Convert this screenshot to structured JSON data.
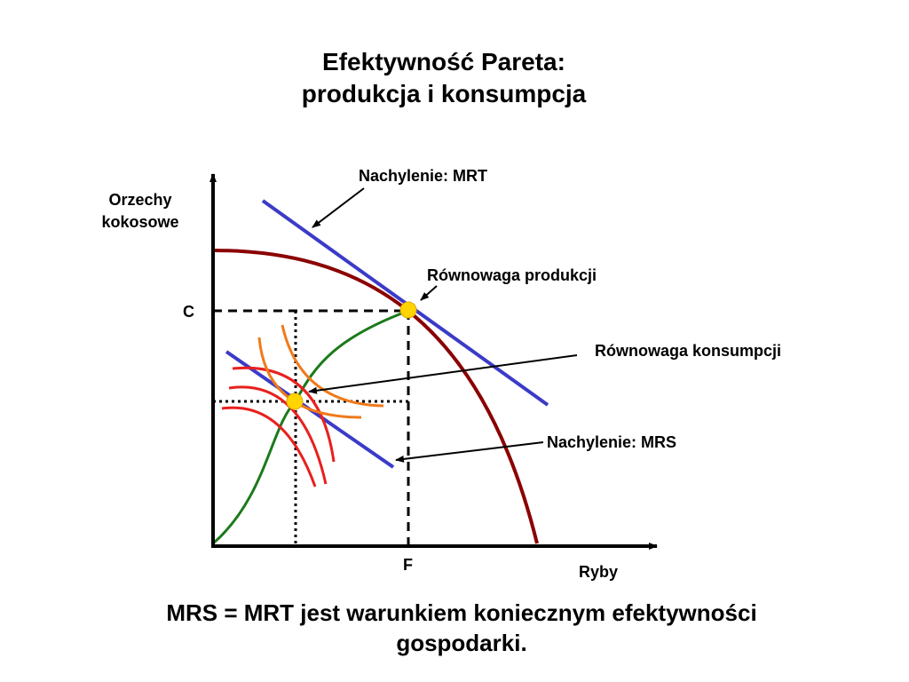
{
  "title": {
    "line1": "Efektywność Pareta:",
    "line2": "produkcja i konsumpcja"
  },
  "axes": {
    "y_label_line1": "Orzechy",
    "y_label_line2": "kokosowe",
    "x_label": "Ryby",
    "y_tick": "C",
    "x_tick": "F"
  },
  "annotations": {
    "slope_mrt": "Nachylenie: MRT",
    "production_equilibrium": "Równowaga produkcji",
    "consumption_equilibrium": "Równowaga konsumpcji",
    "slope_mrs": "Nachylenie: MRS"
  },
  "footer": {
    "line1": "MRS = MRT jest warunkiem koniecznym efektywności",
    "line2": "gospodarki."
  },
  "colors": {
    "ppf": "#8b0000",
    "tangent": "#3b3bc8",
    "contract_curve": "#1a7a1a",
    "indifference_a": "#e8201e",
    "indifference_b": "#f07a1a",
    "equilibrium_point": "#ffd400"
  }
}
